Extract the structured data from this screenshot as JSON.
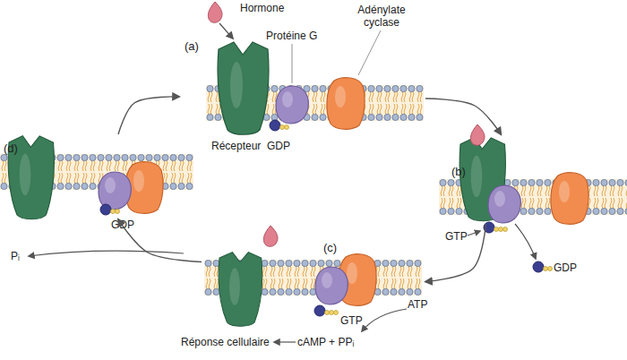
{
  "diagram": {
    "nodes": [
      {
        "text": [
          "(a)"
        ]
      },
      {
        "text": [
          "(b)"
        ]
      },
      {
        "text": [
          "(c)"
        ]
      },
      {
        "text": [
          "(d)"
        ]
      }
    ],
    "edges": [
      {
        "from": 0,
        "to": 1,
        "arrow": "to"
      },
      {
        "from": 1,
        "to": 2,
        "arrow": "to"
      },
      {
        "from": 2,
        "to": 3,
        "arrow": "to"
      },
      {
        "from": 3,
        "to": 0,
        "arrow": "to"
      }
    ],
    "labels": [
      "Hormone",
      "Protéine G",
      "Adénylate cyclase",
      "Récepteur",
      "GDP",
      "GTP",
      "GDP",
      "ATP",
      "GTP",
      "cAMP + PPᵢ",
      "Réponse cellulaire",
      "Pᵢ",
      "GDP"
    ]
  }
}
